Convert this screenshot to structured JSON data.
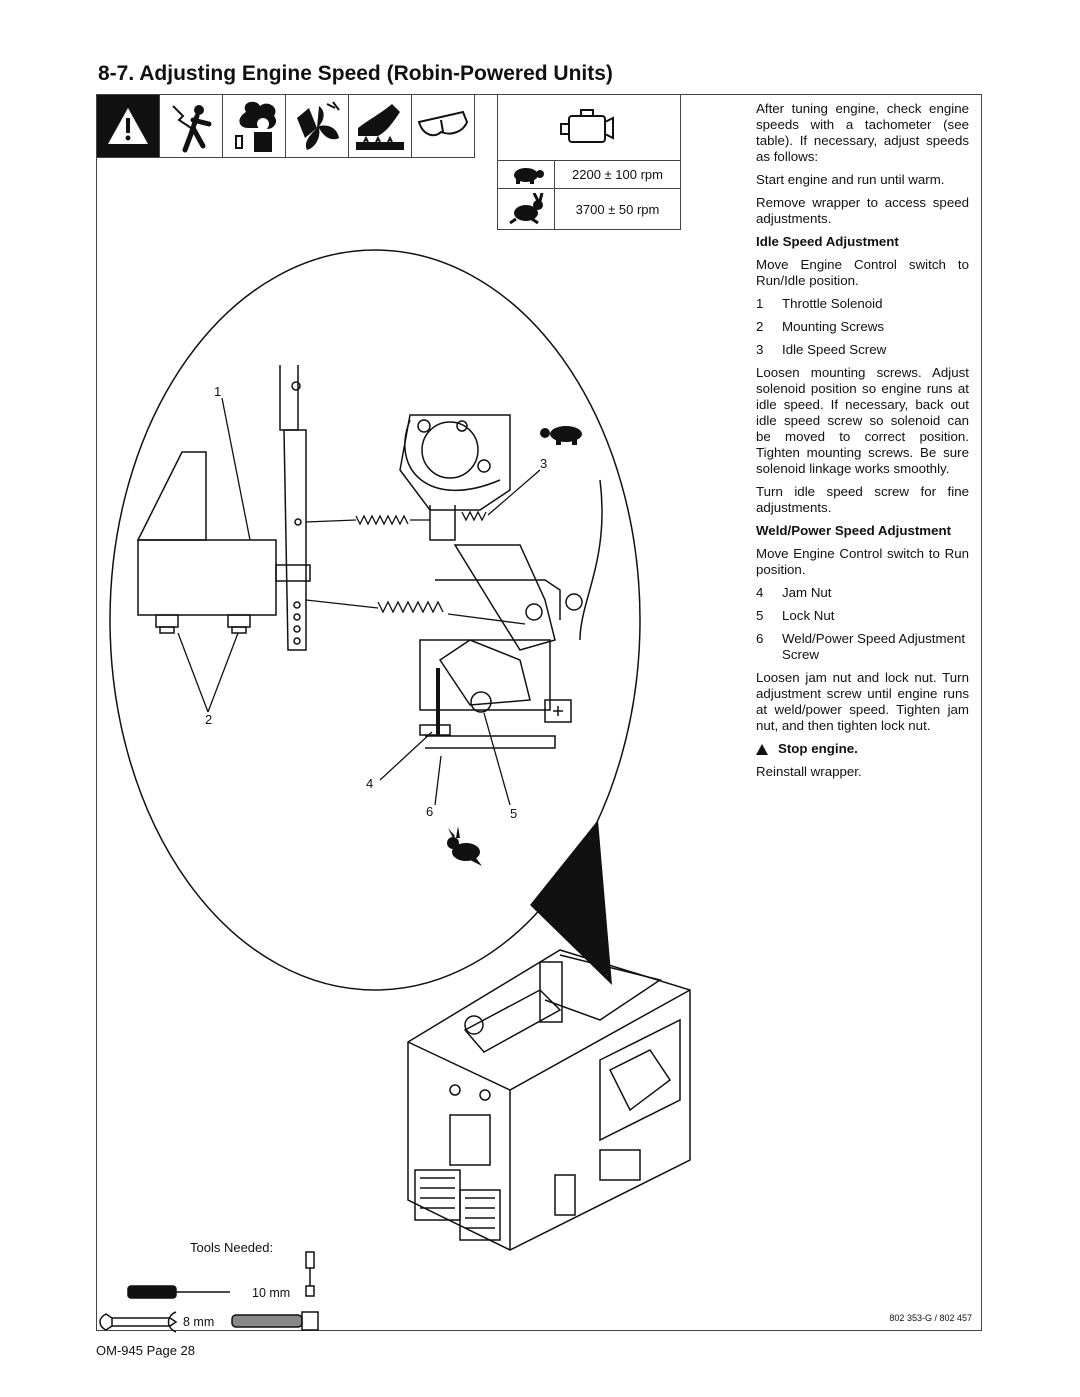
{
  "page": {
    "title": "8-7.   Adjusting Engine Speed (Robin-Powered Units)",
    "footer": "OM-945 Page 28",
    "doc_number": "802 353-G / 802 457"
  },
  "warning_icons": [
    "exclamation-warning-icon",
    "electric-shock-icon",
    "exhaust-fumes-icon",
    "moving-parts-icon",
    "hot-parts-icon",
    "safety-glasses-icon"
  ],
  "speed_table": {
    "engine_icon": "engine-icon",
    "rows": [
      {
        "icon": "turtle-idle-icon",
        "value": "2200 ± 100 rpm"
      },
      {
        "icon": "rabbit-run-icon",
        "value": "3700 ± 50 rpm"
      }
    ]
  },
  "instructions": {
    "intro": "After tuning engine, check engine speeds with a tachometer (see table). If necessary, adjust speeds as follows:",
    "start": "Start engine and run until warm.",
    "remove": "Remove wrapper to access speed adjustments.",
    "idle_heading": "Idle Speed Adjustment",
    "idle_move": "Move Engine Control switch to Run/Idle position.",
    "idle_items": [
      {
        "num": "1",
        "label": "Throttle Solenoid"
      },
      {
        "num": "2",
        "label": "Mounting Screws"
      },
      {
        "num": "3",
        "label": "Idle Speed Screw"
      }
    ],
    "idle_text": "Loosen mounting screws. Adjust solenoid position so engine runs at idle speed. If necessary, back out idle speed screw so solenoid can be moved to correct position. Tighten mounting screws. Be sure solenoid linkage works smoothly.",
    "idle_turn": "Turn idle speed screw for fine adjustments.",
    "weld_heading": "Weld/Power Speed Adjustment",
    "weld_move": "Move Engine Control switch to Run position.",
    "weld_items": [
      {
        "num": "4",
        "label": "Jam Nut"
      },
      {
        "num": "5",
        "label": "Lock Nut"
      },
      {
        "num": "6",
        "label": "Weld/Power Speed Adjustment Screw"
      }
    ],
    "weld_text": "Loosen jam nut and lock nut. Turn adjustment screw until engine runs at weld/power speed. Tighten jam nut, and then tighten lock nut.",
    "stop": "Stop engine.",
    "reinstall": "Reinstall wrapper."
  },
  "callouts": [
    "1",
    "2",
    "3",
    "4",
    "5",
    "6"
  ],
  "tools": {
    "label": "Tools Needed:",
    "size1": "10 mm",
    "size2": "8 mm"
  }
}
